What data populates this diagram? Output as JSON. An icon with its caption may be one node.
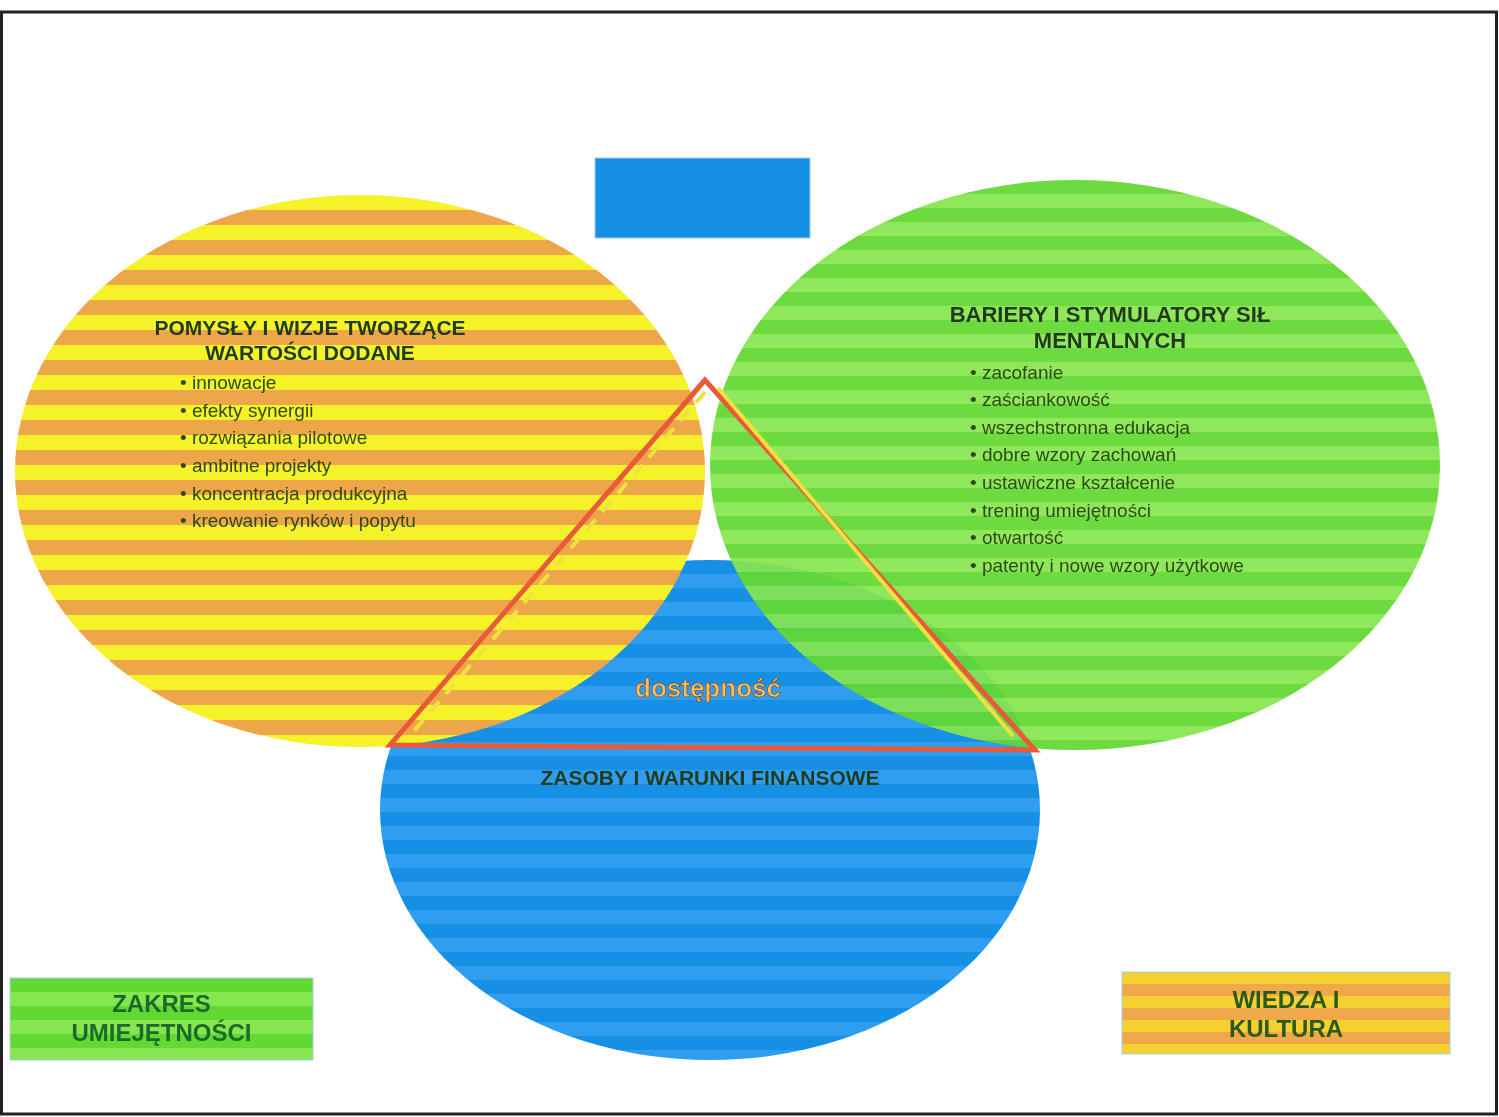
{
  "diagram": {
    "nodes": [
      {
        "text": [],
        "shape": "box"
      },
      {
        "text": [
          "ZASOBY I WARUNKI FINANSOWE"
        ]
      },
      {
        "text": [
          "POMYSŁY I WIZJE TWORZĄCE WARTOŚCI DODANE",
          "• innowacje",
          "• efekty synergii",
          "• rozwiązania pilotowe",
          "• ambitne projekty",
          "• koncentracja produkcyjna",
          "• kreowanie rynków i popytu"
        ]
      },
      {
        "text": [
          "BARIERY I STYMULATORY SIŁ MENTALNYCH",
          "• zacofanie",
          "• zaściankowość",
          "• wszechstronna edukacja",
          "• dobre wzory zachowań",
          "• ustawiczne kształcenie",
          "• trening umiejętności",
          "• otwartość",
          "• patenty i nowe wzory użytkowe"
        ]
      },
      {
        "text": [
          "dostępność"
        ]
      },
      {
        "text": [
          "ZAKRES UMIEJĘTNOŚCI"
        ]
      },
      {
        "text": [
          "WIEDZA I KULTURA"
        ]
      }
    ]
  }
}
